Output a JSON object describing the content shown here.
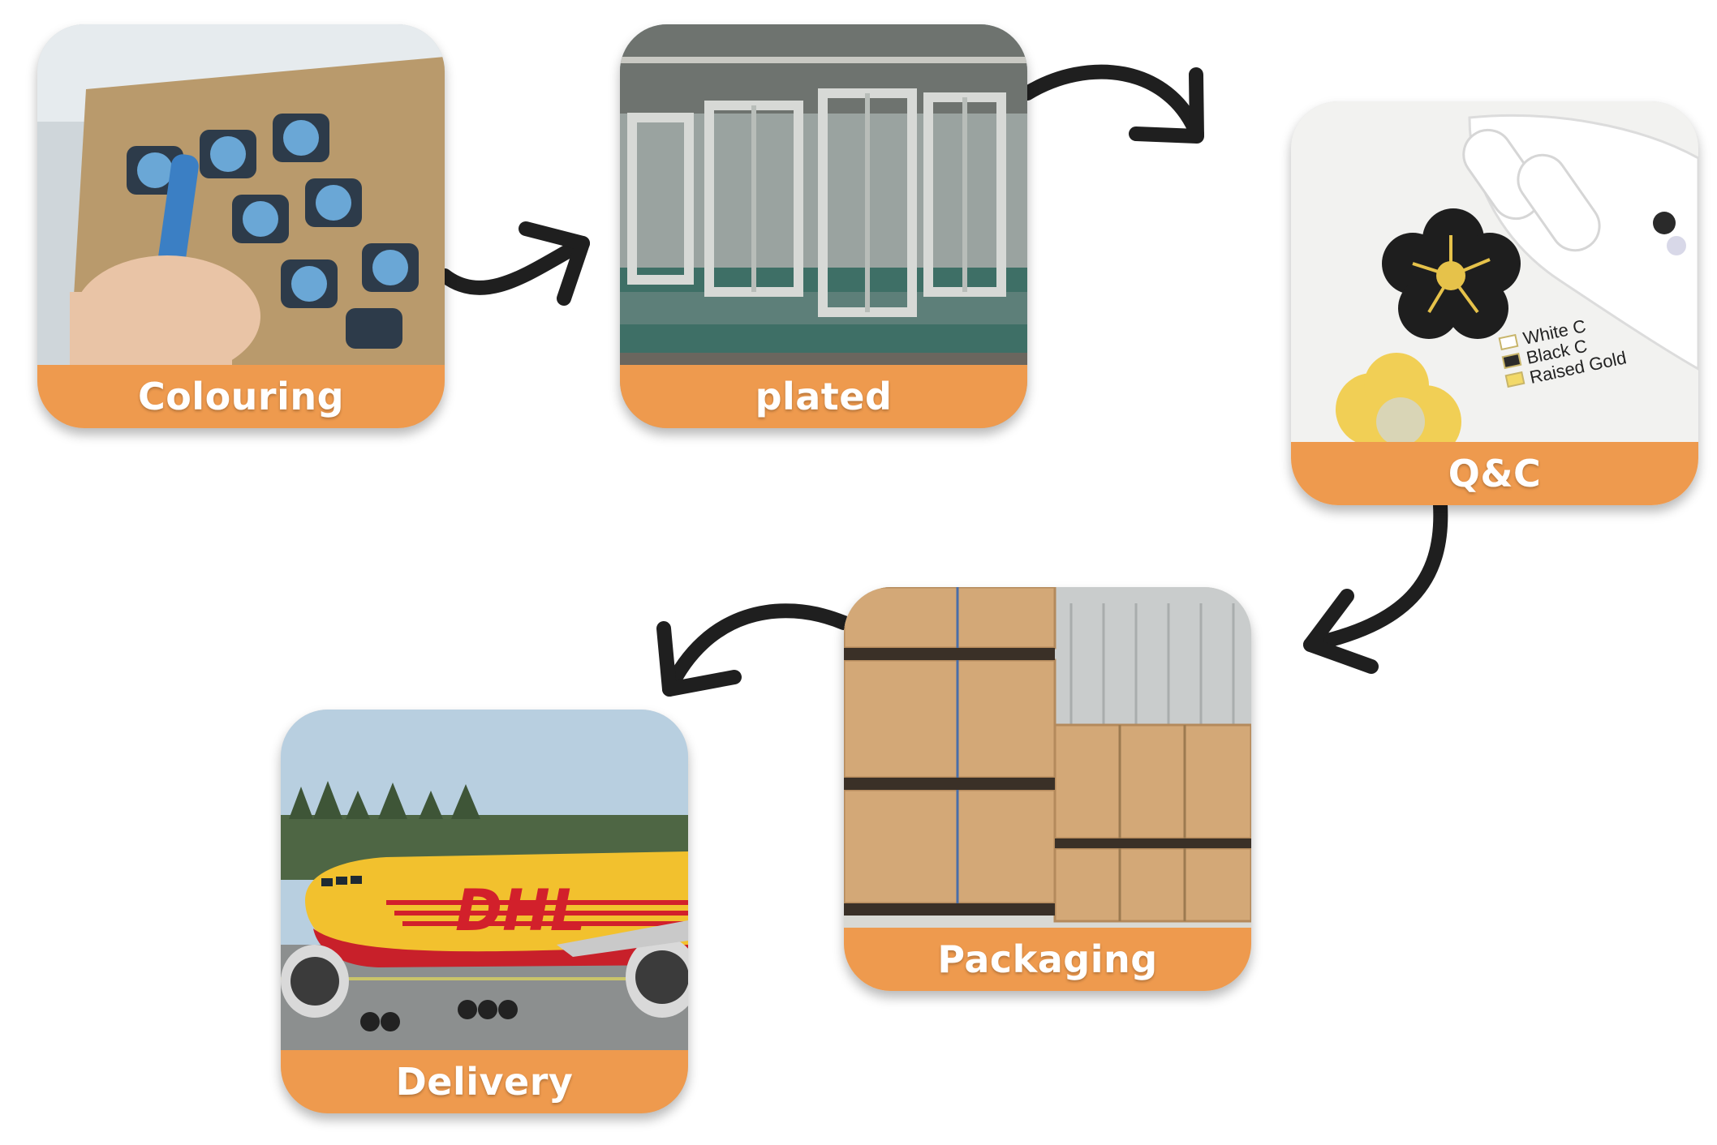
{
  "colors": {
    "label_bar": "#ee9a4e",
    "arrow": "#1f1f1f",
    "background": "#ffffff"
  },
  "steps": [
    {
      "id": "colouring",
      "label": "Colouring",
      "photo": "hand-colouring-enamel-pins"
    },
    {
      "id": "plated",
      "label": "plated",
      "photo": "electroplating-racks-in-bath"
    },
    {
      "id": "qc",
      "label": "Q&C",
      "photo": "gloved-hand-inspecting-flower-pin"
    },
    {
      "id": "packaging",
      "label": "Packaging",
      "photo": "stacked-cardboard-boxes-on-pallets"
    },
    {
      "id": "delivery",
      "label": "Delivery",
      "photo": "dhl-cargo-airplane"
    }
  ],
  "qc_swatches": [
    "White C",
    "Black C",
    "Raised Gold"
  ],
  "delivery_plane_text": "DHL",
  "arrows": [
    {
      "from": "colouring",
      "to": "plated",
      "icon": "curved-arrow-right"
    },
    {
      "from": "plated",
      "to": "qc",
      "icon": "curved-arrow-down-right"
    },
    {
      "from": "qc",
      "to": "packaging",
      "icon": "curved-arrow-down-left"
    },
    {
      "from": "packaging",
      "to": "delivery",
      "icon": "curved-arrow-left"
    }
  ]
}
